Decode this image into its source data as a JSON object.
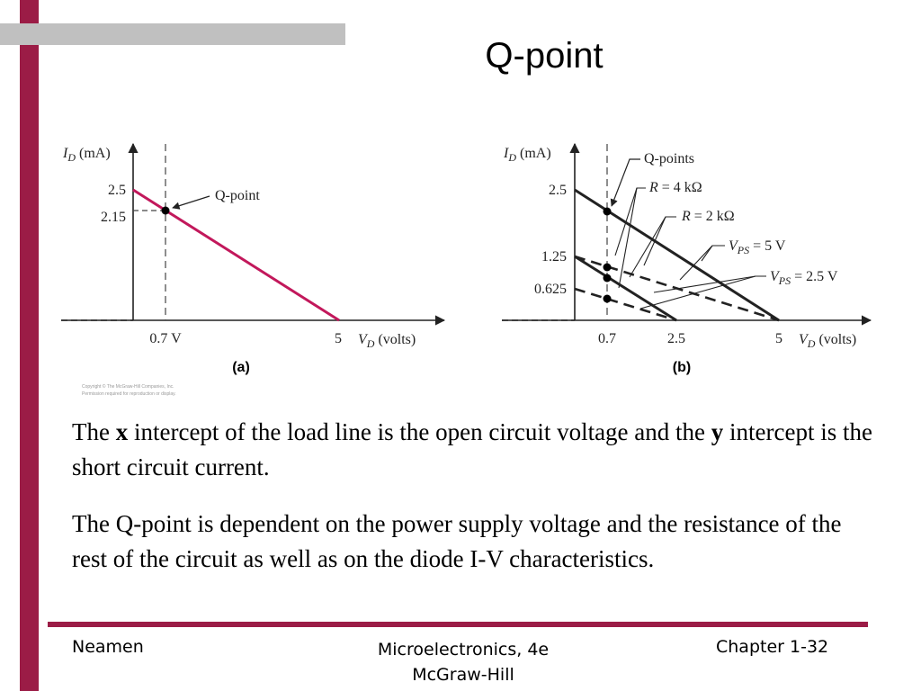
{
  "slide": {
    "title": "Q-point",
    "paragraphs": [
      {
        "part1": "The ",
        "bold1": "x",
        "part2": " intercept of the load line is the open circuit voltage and the ",
        "bold2": "y",
        "part3": " intercept is the short circuit current."
      },
      {
        "text": "The Q-point is dependent on the power supply voltage and the resistance of the rest of the circuit as well as on the diode I-V characteristics."
      }
    ],
    "footer": {
      "left": "Neamen",
      "center_line1": "Microelectronics, 4e",
      "center_line2": "McGraw-Hill",
      "right": "Chapter 1-32"
    }
  },
  "figure": {
    "copyright_line1": "Copyright © The McGraw-Hill Companies, Inc.",
    "copyright_line2": "Permission required for reproduction or display.",
    "panel_a": {
      "label": "(a)",
      "y_axis_symbol": "I",
      "y_axis_sub": "D",
      "y_axis_unit": " (mA)",
      "x_axis_symbol": "V",
      "x_axis_sub": "D",
      "x_axis_unit": " (volts)",
      "y_ticks": [
        "2.5",
        "2.15"
      ],
      "x_ticks": [
        "0.7 V",
        "5"
      ],
      "annotation": "Q-point",
      "line_color": "#c2185b",
      "load_line": {
        "x_intercept": 5,
        "y_intercept": 2.5
      },
      "q_point": {
        "vd": 0.7,
        "id": 2.15
      }
    },
    "panel_b": {
      "label": "(b)",
      "y_axis_symbol": "I",
      "y_axis_sub": "D",
      "y_axis_unit": " (mA)",
      "x_axis_symbol": "V",
      "x_axis_sub": "D",
      "x_axis_unit": " (volts)",
      "y_ticks": [
        "2.5",
        "1.25",
        "0.625"
      ],
      "x_ticks": [
        "0.7",
        "2.5",
        "5"
      ],
      "annotations": {
        "q_points": "Q-points",
        "r4_prefix": "R",
        "r4_value": " = 4 kΩ",
        "r2_prefix": "R",
        "r2_value": " = 2 kΩ",
        "vps5_prefix": "V",
        "vps5_sub": "PS",
        "vps5_value": " = 5 V",
        "vps25_prefix": "V",
        "vps25_sub": "PS",
        "vps25_value": " = 2.5 V"
      },
      "load_lines": [
        {
          "vps": 5,
          "r_kohm": 2,
          "x_intercept": 5,
          "y_intercept": 2.5,
          "style": "solid"
        },
        {
          "vps": 5,
          "r_kohm": 4,
          "x_intercept": 5,
          "y_intercept": 1.25,
          "style": "dashed"
        },
        {
          "vps": 2.5,
          "r_kohm": 2,
          "x_intercept": 2.5,
          "y_intercept": 1.25,
          "style": "solid"
        },
        {
          "vps": 2.5,
          "r_kohm": 4,
          "x_intercept": 2.5,
          "y_intercept": 0.625,
          "style": "dashed"
        }
      ]
    }
  }
}
